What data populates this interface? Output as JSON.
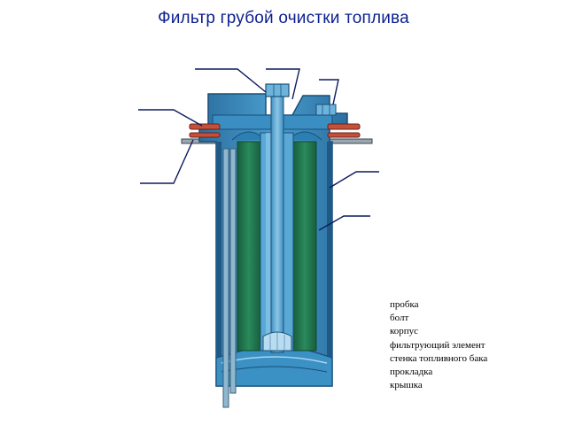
{
  "title": "Фильтр грубой очистки топлива",
  "legend": {
    "items": [
      "пробка",
      "болт",
      "корпус",
      "фильтрующий элемент",
      "стенка топливного бака",
      "прокладка",
      "крышка"
    ]
  },
  "colors": {
    "title": "#0b1f8f",
    "body_blue": "#2f82b8",
    "body_dark": "#1a4f78",
    "filter_green": "#1f7a4f",
    "gasket_red": "#c4503a",
    "leader_line": "#0b1a5e"
  }
}
